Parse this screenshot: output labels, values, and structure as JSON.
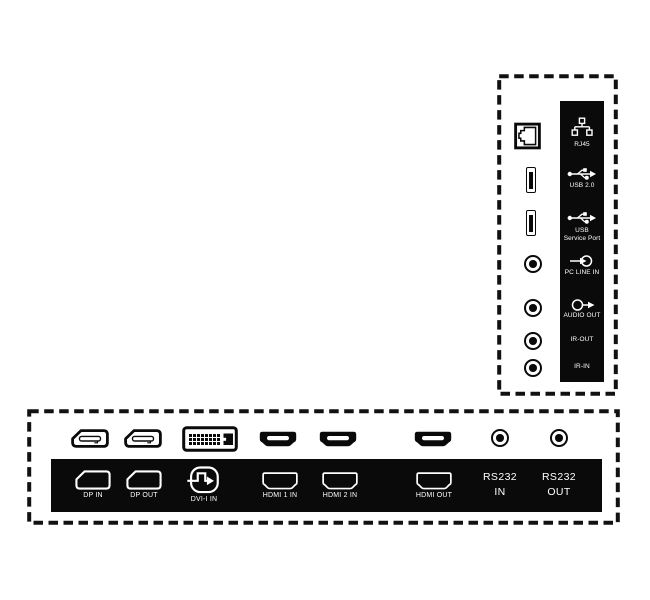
{
  "colors": {
    "background": "#ffffff",
    "panel_black": "#0a0a0a",
    "outline": "#111111",
    "label_text": "#ffffff"
  },
  "side_panel": {
    "items": [
      {
        "id": "rj45",
        "label": "RJ45",
        "icon": "network-icon"
      },
      {
        "id": "usb-2-0",
        "label": "USB 2.0",
        "icon": "usb-icon"
      },
      {
        "id": "usb-service-port",
        "label": "USB",
        "label2": "Service Port",
        "icon": "usb-icon"
      },
      {
        "id": "pc-line-in",
        "label": "PC LINE IN",
        "icon": "line-in-icon"
      },
      {
        "id": "audio-out",
        "label": "AUDIO OUT",
        "icon": "line-out-icon"
      },
      {
        "id": "ir-out",
        "label": "IR-OUT"
      },
      {
        "id": "ir-in",
        "label": "IR-IN"
      }
    ]
  },
  "bottom_panel": {
    "items": [
      {
        "id": "dp-in",
        "label": "DP IN"
      },
      {
        "id": "dp-out",
        "label": "DP OUT"
      },
      {
        "id": "dvi-i-in",
        "label": "DVI-I IN"
      },
      {
        "id": "hdmi-1-in",
        "label": "HDMI 1 IN"
      },
      {
        "id": "hdmi-2-in",
        "label": "HDMI 2 IN"
      },
      {
        "id": "hdmi-out",
        "label": "HDMI OUT"
      },
      {
        "id": "rs232-in",
        "label_line1": "RS232",
        "label_line2": "IN"
      },
      {
        "id": "rs232-out",
        "label_line1": "RS232",
        "label_line2": "OUT"
      }
    ]
  }
}
